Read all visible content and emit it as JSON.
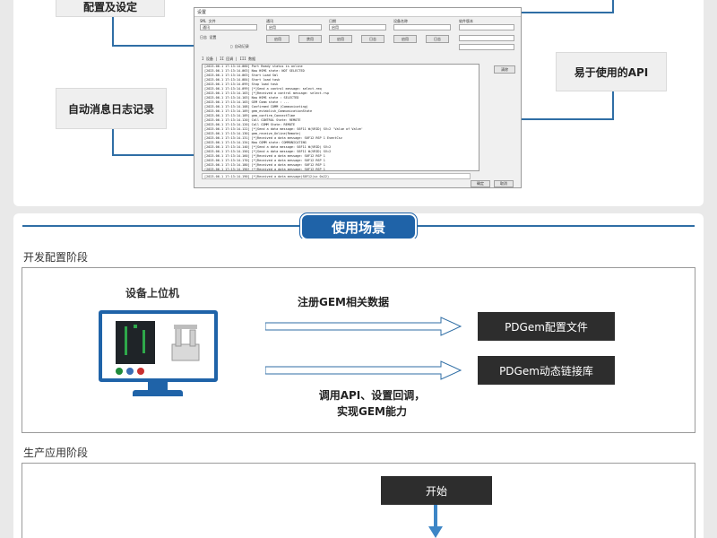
{
  "callouts": {
    "config": "配置及设定",
    "api": "易于使用的API",
    "log": "自动消息日志记录"
  },
  "software": {
    "title": "设置",
    "labels": [
      "SML 文件",
      "通讯",
      "日期",
      "设备名称",
      "软件版本"
    ],
    "field_values": [
      "通讯",
      "启用",
      "启用",
      "",
      ""
    ],
    "buttons": [
      "启用",
      "禁用",
      "启用",
      "日志",
      "启用",
      "日志"
    ],
    "sub_label": "日志 设置",
    "checkbox_label": "□ 自动记录",
    "tabs": "I 设备 | II 回调 | III 数据",
    "side_button": "清除",
    "log_lines": [
      "[2023-06-1 17:13:14.060] Port Ready status is online",
      "[2023-06-1 17:13:14.063] Now HSMS state: NOT SELECTED",
      "[2023-06-1 17:13:14.063] Start Load Sml",
      "[2023-06-1 17:13:14.084] Start load task",
      "[2023-06-1 17:13:14.099] Stop load task",
      "[2023-06-1 17:13:14.099] [*]Send a control message: select.req",
      "[2023-06-1 17:13:14.103] [*]Received a control message: select.rsp",
      "[2023-06-1 17:13:14.103] Now HSMS state : SELECTED",
      "[2023-06-1 17:13:14.103] GEM Comm state : ...",
      "[2023-06-1 17:13:14.108] Confirmed COMM (Communicating)",
      "[2023-06-1 17:13:14.109] gem_establish_CommunicationState",
      "[2023-06-1 17:13:14.109] gem_confirm_ConnectTime",
      "[2023-06-1 17:13:14.120] Call CONTROL State: REMOTE",
      "[2023-06-1 17:13:14.120] Call COMM State: REMOTE",
      "[2023-06-1 17:13:14.122] [*]Send a data message: S6F11 W(VRID) SV=2 'Value of Valve'",
      "[2023-06-1 17:13:14.130] gem_receive_Online(Remote)",
      "[2023-06-1 17:13:14.131] [*]Received a data message: S6F12 RSP 1 EventCsv",
      "[2023-06-1 17:13:14.134] Now COMM state: COMMUNICATING",
      "[2023-06-1 17:13:14.140] [*]Send a data message: S6F11 W(VRID) SV=2",
      "[2023-06-1 17:13:14.150] [*]Send a data message: S6F11 W(VRID) SV=2",
      "[2023-06-1 17:13:14.160] [*]Received a data message: S6F12 RSP 1",
      "[2023-06-1 17:13:14.170] [*]Received a data message: S6F12 RSP 1",
      "[2023-06-1 17:13:14.180] [*]Received a data message: S6F12 RSP 1",
      "[2023-06-1 17:13:14.190] [*]Received a data message: S6F12 RSP 1"
    ],
    "status_line": "[2023-06-1 17:13:14.190] [*]Received a data message(S6F12(sx 0x22)",
    "ok_button": "确定",
    "cancel_button": "取消"
  },
  "section": {
    "title": "使用场景"
  },
  "stage1": {
    "title": "开发配置阶段",
    "device_label": "设备上位机",
    "arrow1_label": "注册GEM相关数据",
    "arrow2_label_line1": "调用API、设置回调，",
    "arrow2_label_line2": "实现GEM能力",
    "box1": "PDGem配置文件",
    "box2": "PDGem动态链接库"
  },
  "stage2": {
    "title": "生产应用阶段",
    "start_box": "开始"
  },
  "colors": {
    "accent": "#1f63a8",
    "connector": "#2f6ea5",
    "dark_box": "#2d2d2d"
  }
}
